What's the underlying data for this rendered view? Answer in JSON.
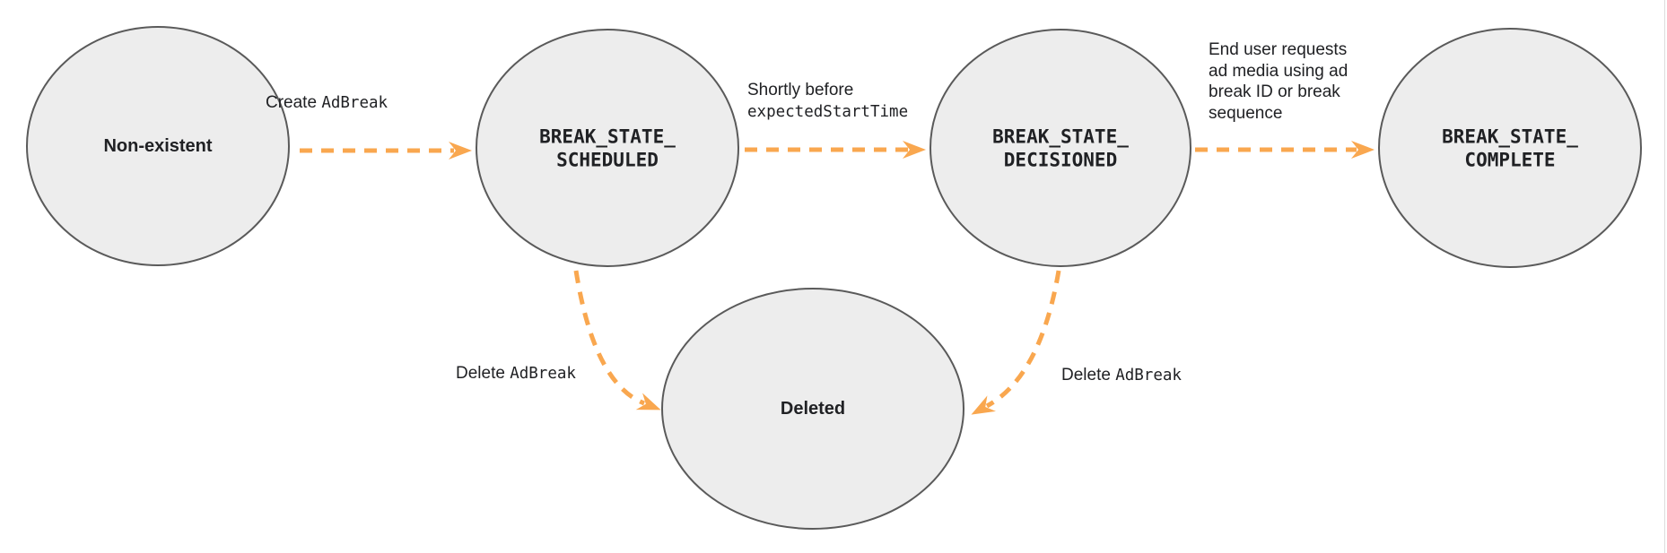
{
  "diagram": {
    "type": "state-diagram",
    "colors": {
      "node_fill": "#EDEDED",
      "node_border": "#5A5A5A",
      "arrow_orange": "#F9A74F",
      "text": "#202124"
    },
    "nodes": [
      {
        "id": "non-existent",
        "lines": [
          "Non-existent"
        ]
      },
      {
        "id": "break-state-scheduled",
        "lines": [
          "BREAK_STATE_",
          "SCHEDULED"
        ]
      },
      {
        "id": "break-state-decisioned",
        "lines": [
          "BREAK_STATE_",
          "DECISIONED"
        ]
      },
      {
        "id": "break-state-complete",
        "lines": [
          "BREAK_STATE_",
          "COMPLETE"
        ]
      },
      {
        "id": "deleted",
        "lines": [
          "Deleted"
        ]
      }
    ],
    "edges": [
      {
        "id": "create-adbreak",
        "from": "non-existent",
        "to": "break-state-scheduled",
        "label_plain": "Create ",
        "label_code": "AdBreak"
      },
      {
        "id": "shortly-before",
        "from": "break-state-scheduled",
        "to": "break-state-decisioned",
        "label_plain": "Shortly before",
        "label_code": "expectedStartTime"
      },
      {
        "id": "end-user-requests",
        "from": "break-state-decisioned",
        "to": "break-state-complete",
        "label_lines": [
          "End user requests",
          "ad media using ad",
          "break ID or break",
          "sequence"
        ]
      },
      {
        "id": "delete-adbreak-left",
        "from": "break-state-scheduled",
        "to": "deleted",
        "label_plain": "Delete ",
        "label_code": "AdBreak"
      },
      {
        "id": "delete-adbreak-right",
        "from": "break-state-decisioned",
        "to": "deleted",
        "label_plain": "Delete ",
        "label_code": "AdBreak"
      }
    ]
  }
}
